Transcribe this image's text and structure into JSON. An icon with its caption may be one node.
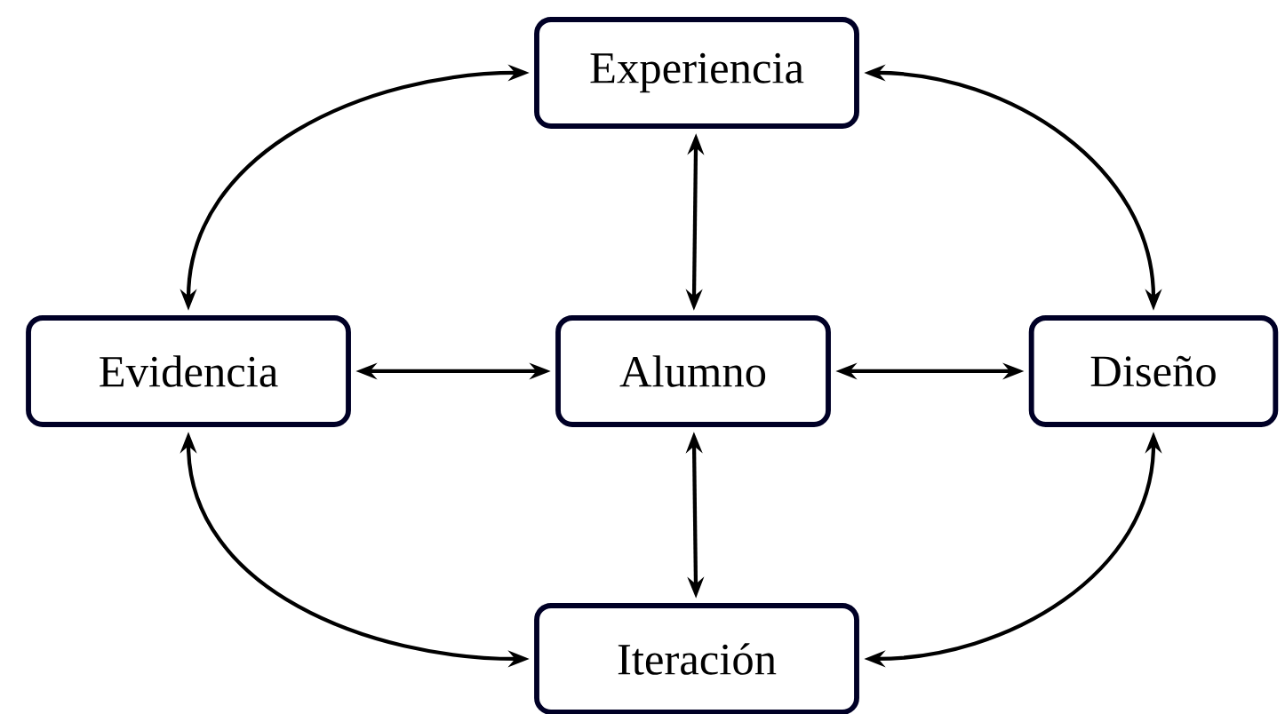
{
  "diagram": {
    "nodes": [
      {
        "text": [
          "Experiencia"
        ]
      },
      {
        "text": [
          "Evidencia"
        ]
      },
      {
        "text": [
          "Alumno"
        ]
      },
      {
        "text": [
          "Diseño"
        ]
      },
      {
        "text": [
          "Iteración"
        ]
      }
    ],
    "edges": [
      {
        "from": 0,
        "to": 1,
        "arrow": "both"
      },
      {
        "from": 0,
        "to": 3,
        "arrow": "both"
      },
      {
        "from": 1,
        "to": 4,
        "arrow": "both"
      },
      {
        "from": 3,
        "to": 4,
        "arrow": "both"
      },
      {
        "from": 1,
        "to": 2,
        "arrow": "both"
      },
      {
        "from": 2,
        "to": 3,
        "arrow": "both"
      },
      {
        "from": 2,
        "to": 0,
        "arrow": "both"
      },
      {
        "from": 2,
        "to": 4,
        "arrow": "both"
      }
    ]
  }
}
